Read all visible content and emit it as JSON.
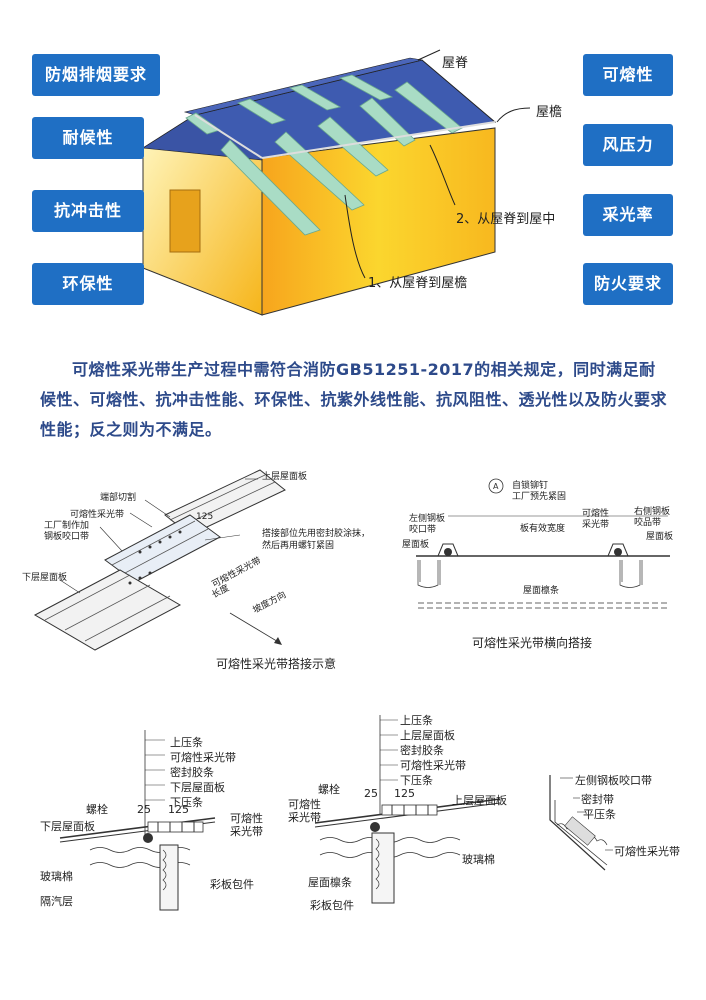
{
  "features_left": [
    "防烟排烟要求",
    "耐候性",
    "抗冲击性",
    "环保性"
  ],
  "features_right": [
    "可熔性",
    "风压力",
    "采光率",
    "防火要求"
  ],
  "building": {
    "ridge": "屋脊",
    "eave": "屋檐",
    "dir2": "2、从屋脊到屋中",
    "dir1": "1、从屋脊到屋檐"
  },
  "intro": "可熔性采光带生产过程中需符合消防GB51251-2017的相关规定，同时满足耐候性、可熔性、抗冲击性能、环保性、抗紫外线性能、抗风阻性、透光性以及防火要求性能；反之则为不满足。",
  "lap_diagram": {
    "caption": "可熔性采光带搭接示意",
    "upper_panel": "上层屋面板",
    "end_cut": "端部切割",
    "strip": "可熔性采光带",
    "factory": "工厂制作加",
    "factory2": "钢板咬口带",
    "dim": "125",
    "seal_note": "搭接部位先用密封胶涂抹，",
    "seal_note2": "然后再用螺钉紧固",
    "lower_panel": "下层屋面板",
    "length": "可熔性采光带",
    "length2": "长度",
    "slope": "坡度方向"
  },
  "cross_diagram": {
    "caption": "可熔性采光带横向搭接",
    "rivet": "自锁铆钉",
    "rivet2": "工厂预先紧固",
    "left_band": "左侧钢板",
    "left_band2": "咬口带",
    "strip": "可熔性",
    "strip2": "采光带",
    "right_band": "右侧钢板",
    "right_band2": "咬品带",
    "roof_panel_l": "屋面板",
    "roof_panel_r": "屋面板",
    "width": "板有效宽度",
    "purlin": "屋面檩条"
  },
  "detail_a": {
    "labels": [
      "上压条",
      "可熔性采光带",
      "密封胶条",
      "下层屋面板",
      "下压条"
    ],
    "bolt": "螺栓",
    "dim25": "25",
    "dim125": "125",
    "lower_panel": "下层屋面板",
    "strip": "可熔性",
    "strip2": "采光带",
    "glass_wool": "玻璃棉",
    "vapor": "隔汽层",
    "flashing": "彩板包件"
  },
  "detail_b": {
    "labels": [
      "上压条",
      "上层屋面板",
      "密封胶条",
      "可熔性采光带",
      "下压条"
    ],
    "bolt": "螺栓",
    "strip": "可熔性",
    "strip2": "采光带",
    "dim25": "25",
    "dim125": "125",
    "upper_panel": "上层屋面板",
    "glass_wool": "玻璃棉",
    "purlin": "屋面檩条",
    "flashing": "彩板包件"
  },
  "detail_c": {
    "left_band": "左侧钢板咬口带",
    "seal": "密封带",
    "flat": "平压条",
    "strip": "可熔性采光带"
  },
  "colors": {
    "badge": "#1f6fc4",
    "roof": "#3e5bb0",
    "skylight": "#a9dcc5",
    "wall": "#f6c21a",
    "text_blue": "#2d4a8a"
  }
}
